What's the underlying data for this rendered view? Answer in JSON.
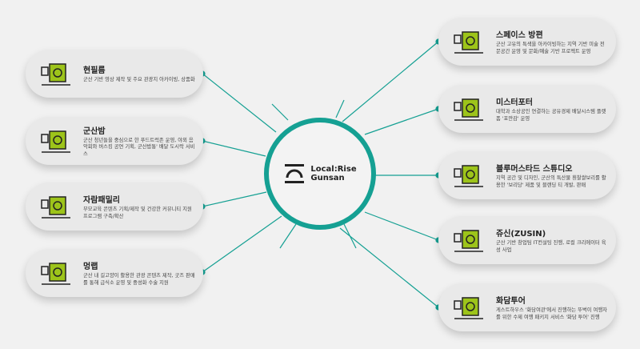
{
  "center": {
    "line1": "Local:Rise",
    "line2": "Gunsan"
  },
  "colors": {
    "accent": "#15a093",
    "icon": "#9dc41a"
  },
  "left": [
    {
      "title": "현필름",
      "desc": "군산 기반 영상 제작 및 주요 관광지 아카이빙, 상품화",
      "icon": "film-camera-icon"
    },
    {
      "title": "군산밤",
      "desc": "군산 청년들을 중심으로 한 푸드트럭존 운영, 야외 음악회와 버스킹 공연 기획, 군산밥통' 배달 도시락 서비스",
      "icon": "food-truck-icon"
    },
    {
      "title": "자람패밀리",
      "desc": "부모교육 콘텐츠 기획/제작 및 건강한 커뮤니티 지원 프로그램 구축/확산",
      "icon": "teacher-board-icon"
    },
    {
      "title": "멍랩",
      "desc": "군산 내 길고양이 활용한 관광 콘텐츠 제작, 굿즈 판매를 통해 급식소 운영 및 중성화 수술 지원",
      "icon": "cat-icon"
    }
  ],
  "right": [
    {
      "title": "스페이스 방편",
      "desc": "군산 고유의 특색을 아카이빙하는 지역 기반 미술 전문공간 운영 및 문화/예술 기반 프로젝트 운영",
      "icon": "palette-icon"
    },
    {
      "title": "미스터포터",
      "desc": "대학과 소상공인 연결하는 공유경제 배달시스템 플랫폼 '포만감' 운영",
      "icon": "monitor-truck-icon"
    },
    {
      "title": "블루머스타드 스튜디오",
      "desc": "지역 공간 및 디자인, 군산의 특산물 흰찰쌀보리를 활용한 '보리당' 제품 및 블랜딩 티 개발, 판매",
      "icon": "lightbulb-icon"
    },
    {
      "title": "쥬신(ZUSIN)",
      "desc": "군산 기반 창업팀 IT컨설팅 진행, 로컬 크리에이터 육성 사업",
      "icon": "headset-laptop-icon"
    },
    {
      "title": "화담투어",
      "desc": "게스트하우스 '화담여관'에서 진행하는 뚜벅이 여행자를 위한 수제 여행 패키지 서비스 '화담 투어' 진행",
      "icon": "map-pin-route-icon"
    }
  ]
}
